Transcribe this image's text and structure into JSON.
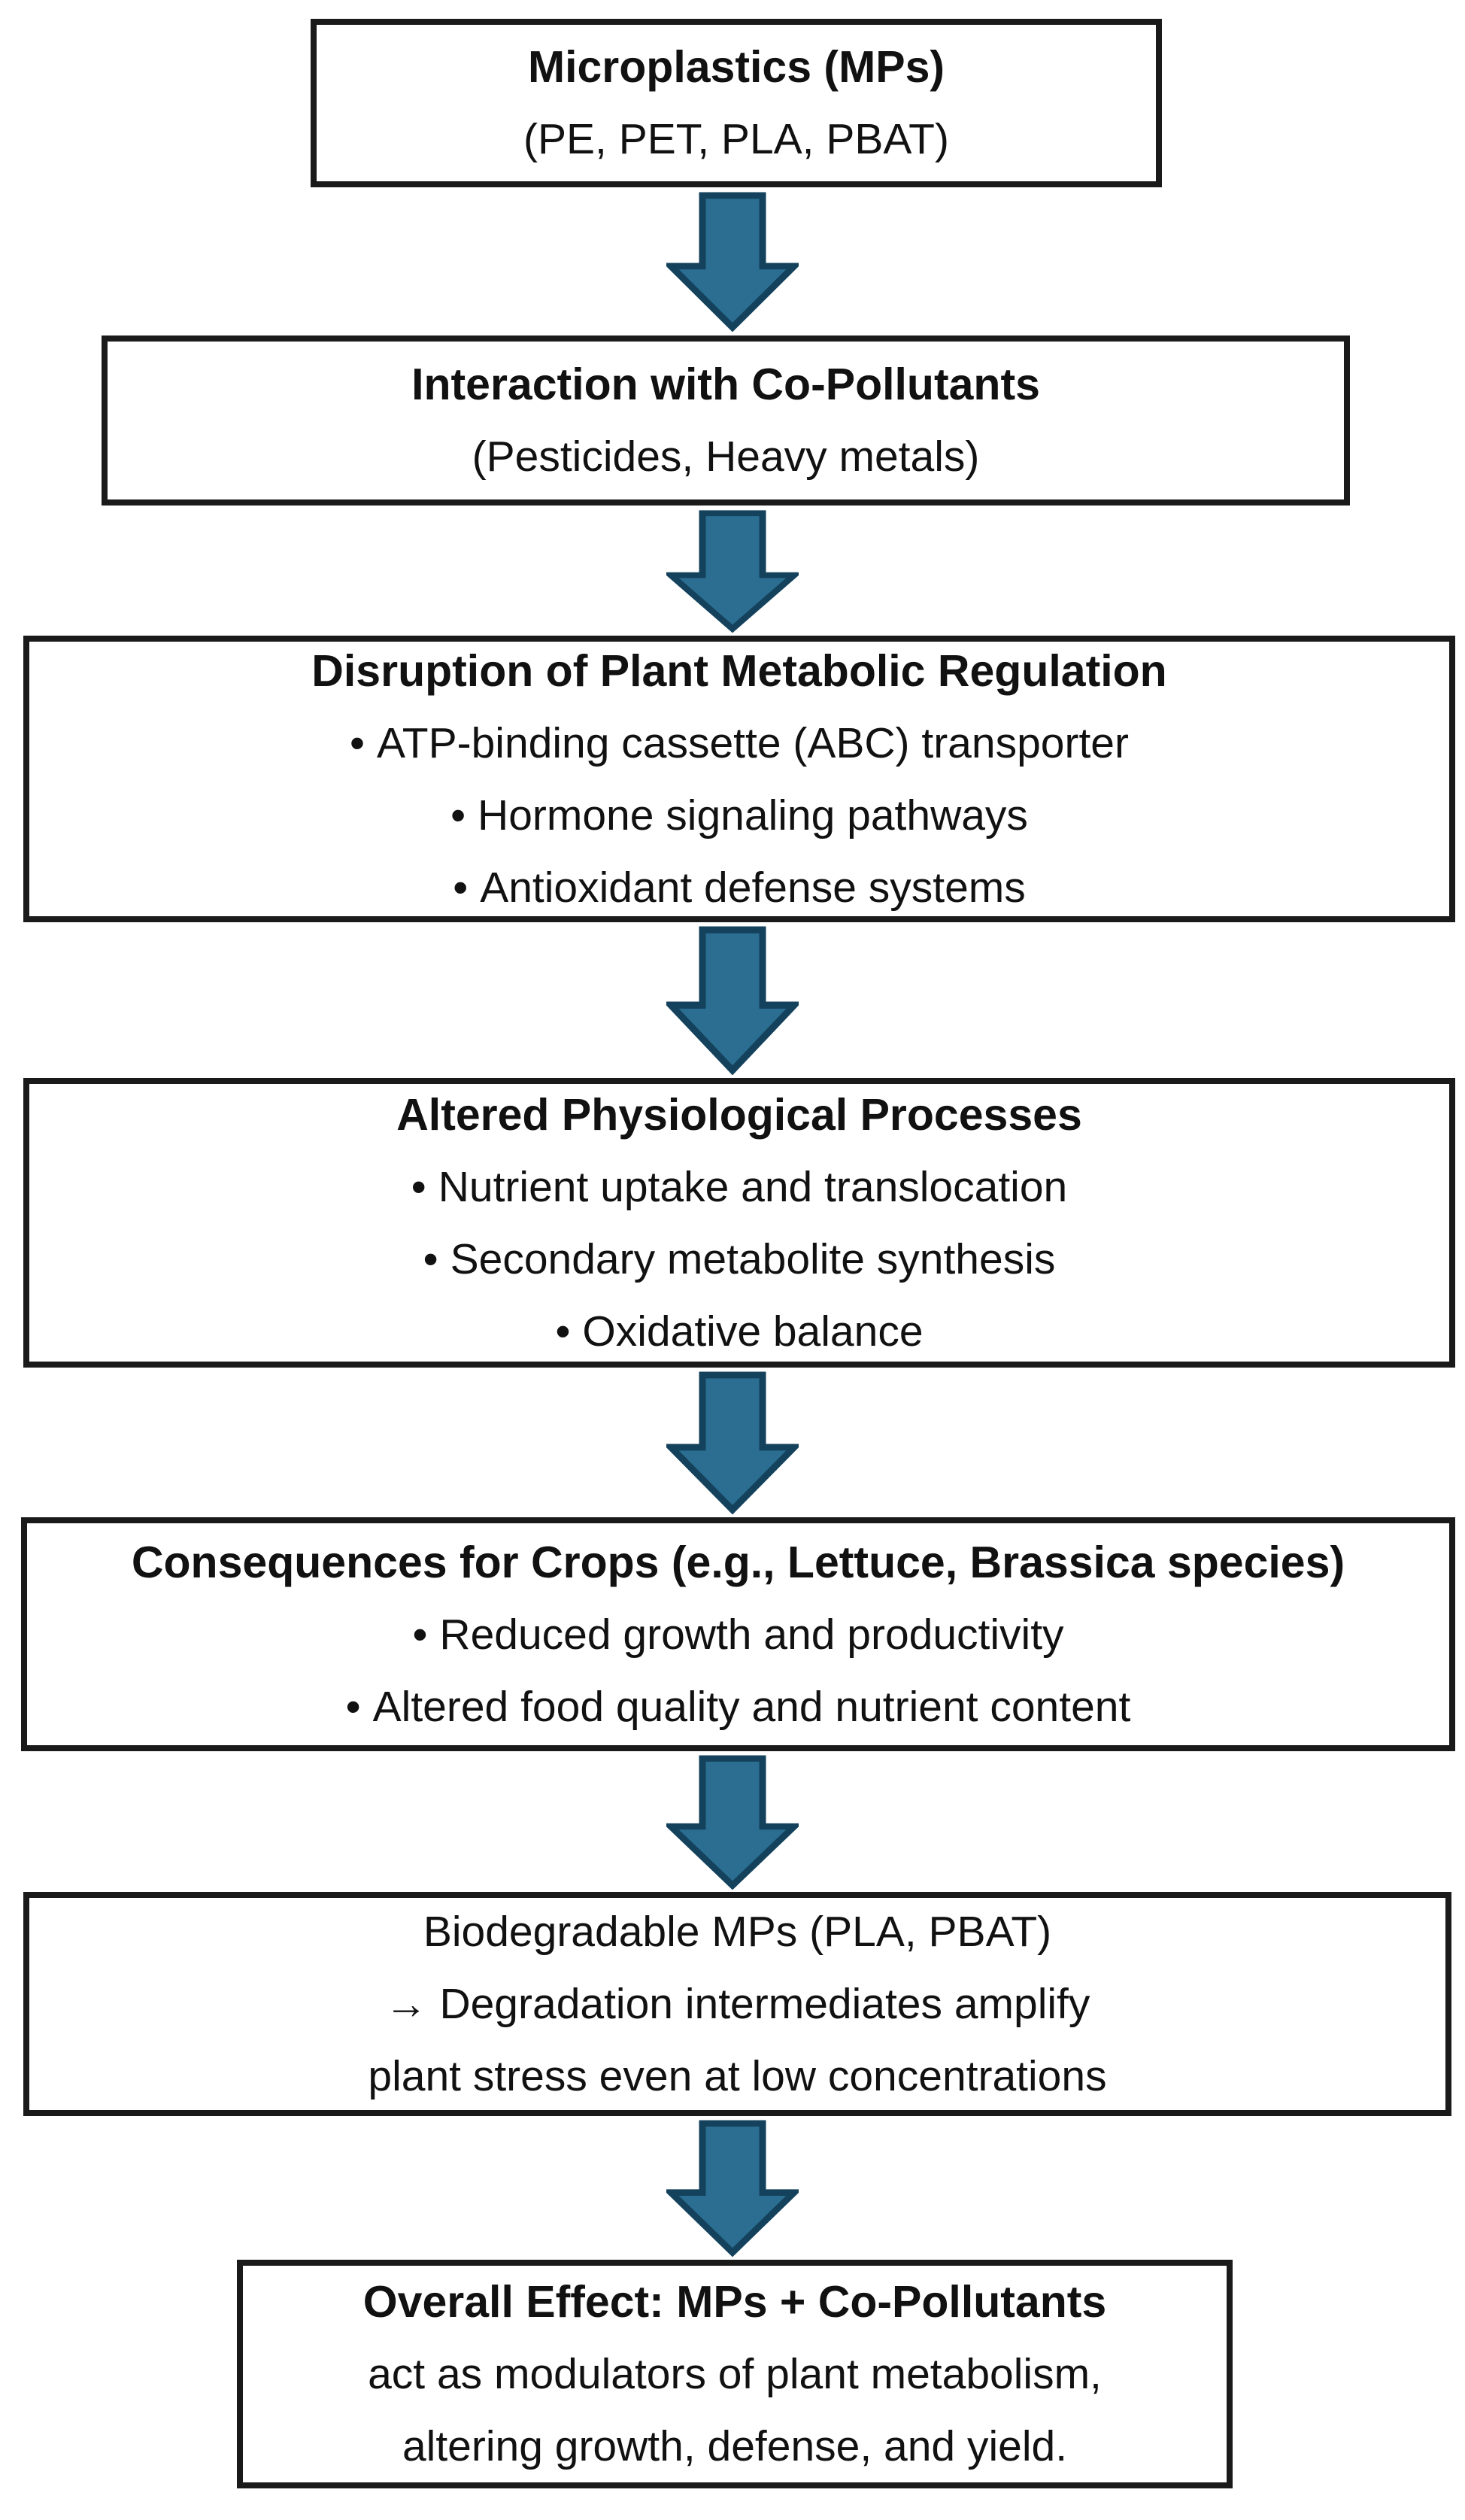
{
  "colors": {
    "background": "#ffffff",
    "text": "#111111",
    "box_border": "#1a1a1a",
    "arrow_fill": "#2b6e92",
    "arrow_outline": "#14425c"
  },
  "flowchart": {
    "bullet_glyph": "•",
    "boxes": [
      {
        "title": "Microplastics (MPs)",
        "lines": [
          "(PE, PET, PLA, PBAT)"
        ]
      },
      {
        "title": "Interaction with Co-Pollutants",
        "lines": [
          "(Pesticides, Heavy metals)"
        ]
      },
      {
        "title": "Disruption of Plant Metabolic Regulation",
        "bullets": [
          "ATP-binding cassette (ABC) transporter",
          "Hormone signaling pathways",
          "Antioxidant defense systems"
        ]
      },
      {
        "title": "Altered Physiological Processes",
        "bullets": [
          "Nutrient uptake and translocation",
          "Secondary metabolite synthesis",
          "Oxidative balance"
        ]
      },
      {
        "title": "Consequences for Crops (e.g., Lettuce, Brassica species)",
        "bullets": [
          "Reduced growth and productivity",
          "Altered food quality and nutrient content"
        ]
      },
      {
        "lines": [
          "Biodegradable MPs (PLA, PBAT)",
          "→ Degradation intermediates amplify",
          "plant stress even at low concentrations"
        ]
      },
      {
        "title": "Overall Effect: MPs + Co-Pollutants",
        "lines": [
          "act as modulators of plant metabolism,",
          "altering growth, defense, and yield."
        ]
      }
    ]
  }
}
